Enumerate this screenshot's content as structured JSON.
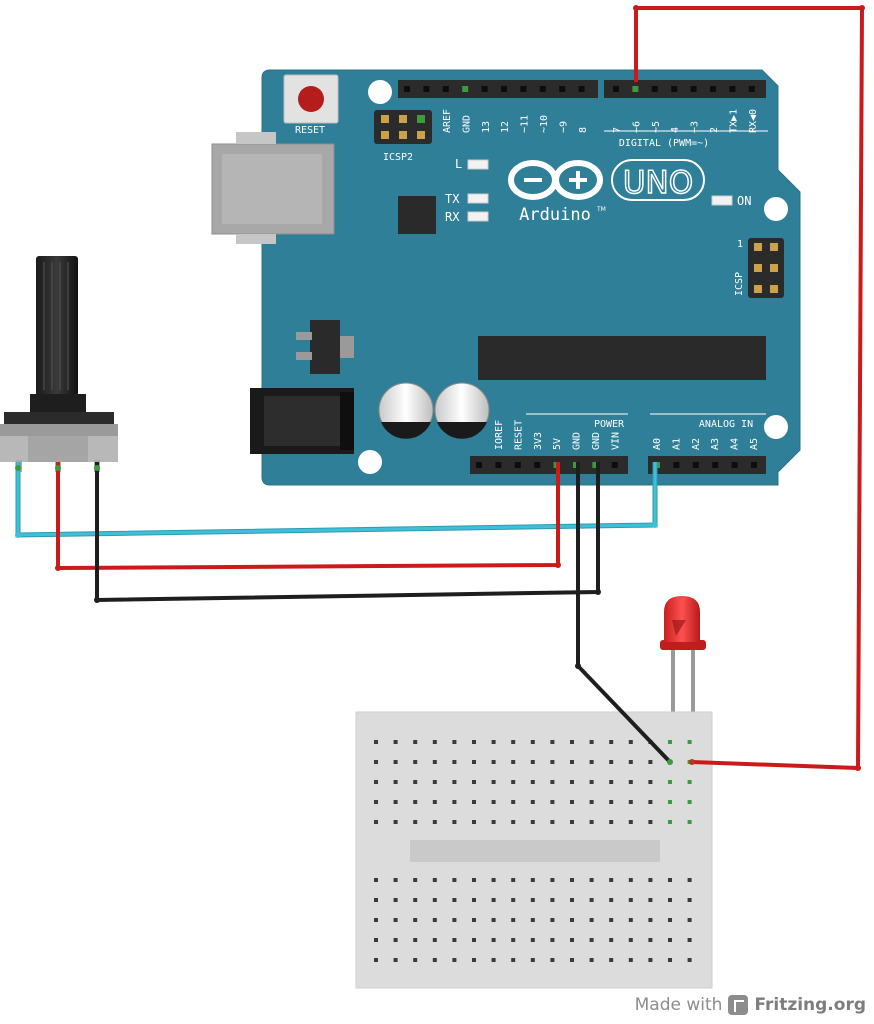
{
  "board": {
    "reset_label": "RESET",
    "icsp2_label": "ICSP2",
    "icsp_label": "ICSP",
    "icsp_pin1": "1",
    "digital_section": "DIGITAL (PWM=~)",
    "uno_text": "UNO",
    "arduino_text": "Arduino",
    "tm": "TM",
    "on_label": "ON",
    "l_label": "L",
    "tx_label": "TX",
    "rx_label": "RX",
    "power_section": "POWER",
    "analog_section": "ANALOG IN",
    "digital_pins": [
      "AREF",
      "GND",
      "13",
      "12",
      "~11",
      "~10",
      "~9",
      "8",
      "7",
      "~6",
      "~5",
      "4",
      "~3",
      "2",
      "TX▶1",
      "RX◀0"
    ],
    "power_pins": [
      "IOREF",
      "RESET",
      "3V3",
      "5V",
      "GND",
      "GND",
      "VIN"
    ],
    "analog_pins": [
      "A0",
      "A1",
      "A2",
      "A3",
      "A4",
      "A5"
    ],
    "colors": {
      "board": "#2f7f98",
      "board_edge": "#2a7189",
      "header": "#2b2b2b",
      "silkscreen": "#ffffff"
    }
  },
  "wires": {
    "colors": {
      "red": "#cc1a1a",
      "black": "#1e1e1e",
      "cyan": "#3fc0d8",
      "green_pin": "#3e9a3e"
    }
  },
  "led": {
    "color": "#e83030"
  },
  "footer": {
    "made_with": "Made with",
    "brand": "Fritzing.org"
  }
}
